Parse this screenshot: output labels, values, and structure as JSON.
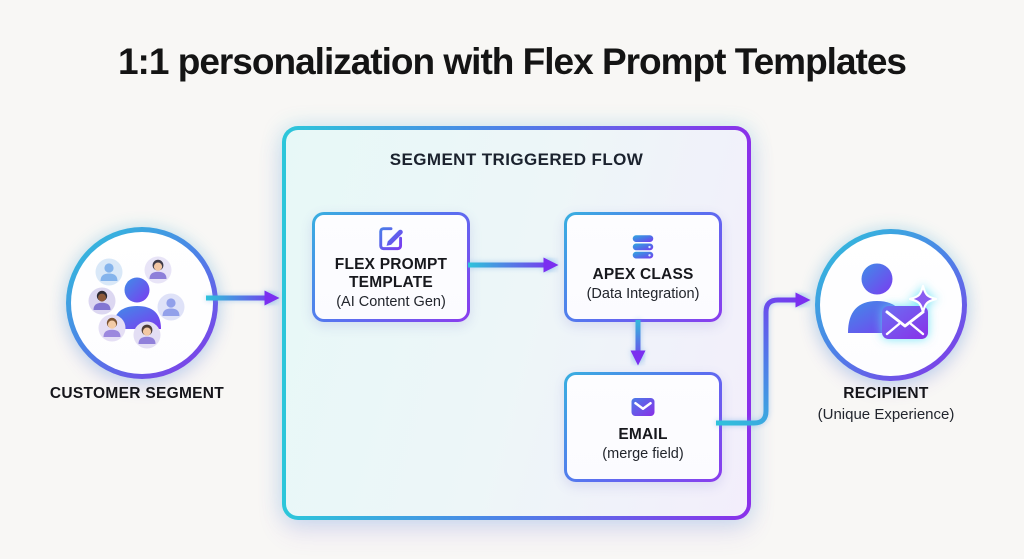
{
  "title": "1:1 personalization with Flex Prompt Templates",
  "palette": {
    "cyan": "#2cc7da",
    "blue": "#4f7ee8",
    "purple": "#7b2ff0",
    "title_text": "#141414",
    "flow_fill_left": "#e7f8f7",
    "flow_fill_right": "#f3eefb",
    "background": "#f8f7f5"
  },
  "customer_segment": {
    "label": "CUSTOMER SEGMENT",
    "icon": "customer-group-icon"
  },
  "flow_container": {
    "title": "SEGMENT TRIGGERED FLOW"
  },
  "nodes": {
    "flex": {
      "icon": "compose-icon",
      "title": "FLEX PROMPT TEMPLATE",
      "subtitle": "(AI Content Gen)"
    },
    "apex": {
      "icon": "database-icon",
      "title": "APEX CLASS",
      "subtitle": "(Data Integration)"
    },
    "email": {
      "icon": "envelope-icon",
      "title": "EMAIL",
      "subtitle": "(merge field)"
    }
  },
  "recipient": {
    "label": "RECIPIENT",
    "subtitle": "(Unique Experience)",
    "icon": "person-envelope-sparkle-icon"
  },
  "connections": [
    {
      "from": "customer-segment",
      "to": "segment-triggered-flow"
    },
    {
      "from": "flex-prompt-template",
      "to": "apex-class"
    },
    {
      "from": "apex-class",
      "to": "email"
    },
    {
      "from": "email",
      "to": "recipient"
    }
  ]
}
